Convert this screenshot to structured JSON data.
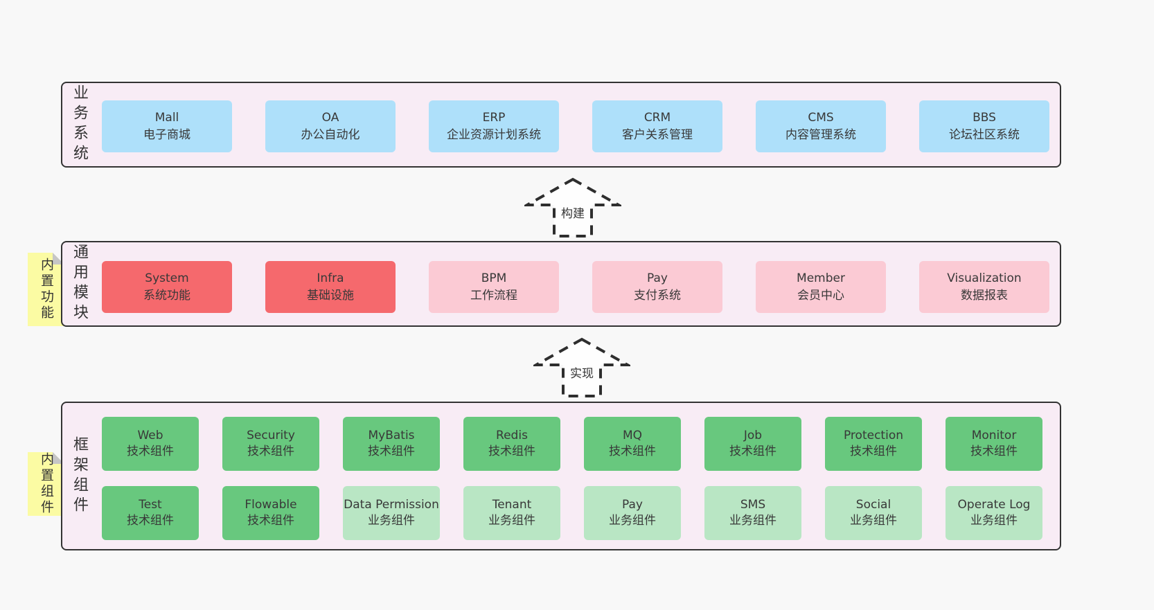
{
  "colors": {
    "page_bg": "#f8f8f8",
    "container_bg": "#f8ecf5",
    "container_border": "#333333",
    "blue": "#aee0fa",
    "red": "#f5696d",
    "pink": "#fbcad4",
    "green": "#68c87e",
    "light_green": "#b9e6c4",
    "sticky_yellow": "#fbfba3",
    "fold_gray": "#c6c6c6",
    "text": "#383838"
  },
  "arrows": {
    "build": "构建",
    "implement": "实现"
  },
  "business_layer": {
    "label": "业务系统",
    "boxes": [
      {
        "title": "Mall",
        "subtitle": "电子商城"
      },
      {
        "title": "OA",
        "subtitle": "办公自动化"
      },
      {
        "title": "ERP",
        "subtitle": "企业资源计划系统"
      },
      {
        "title": "CRM",
        "subtitle": "客户关系管理"
      },
      {
        "title": "CMS",
        "subtitle": "内容管理系统"
      },
      {
        "title": "BBS",
        "subtitle": "论坛社区系统"
      }
    ]
  },
  "module_layer": {
    "label": "通用模块",
    "tab": "内置功能",
    "boxes": [
      {
        "title": "System",
        "subtitle": "系统功能",
        "variant": "red"
      },
      {
        "title": "Infra",
        "subtitle": "基础设施",
        "variant": "red"
      },
      {
        "title": "BPM",
        "subtitle": "工作流程",
        "variant": "pink"
      },
      {
        "title": "Pay",
        "subtitle": "支付系统",
        "variant": "pink"
      },
      {
        "title": "Member",
        "subtitle": "会员中心",
        "variant": "pink"
      },
      {
        "title": "Visualization",
        "subtitle": "数据报表",
        "variant": "pink"
      }
    ]
  },
  "component_layer": {
    "label": "框架组件",
    "tab": "内置组件",
    "row1": [
      {
        "title": "Web",
        "subtitle": "技术组件",
        "variant": "green"
      },
      {
        "title": "Security",
        "subtitle": "技术组件",
        "variant": "green"
      },
      {
        "title": "MyBatis",
        "subtitle": "技术组件",
        "variant": "green"
      },
      {
        "title": "Redis",
        "subtitle": "技术组件",
        "variant": "green"
      },
      {
        "title": "MQ",
        "subtitle": "技术组件",
        "variant": "green"
      },
      {
        "title": "Job",
        "subtitle": "技术组件",
        "variant": "green"
      },
      {
        "title": "Protection",
        "subtitle": "技术组件",
        "variant": "green"
      },
      {
        "title": "Monitor",
        "subtitle": "技术组件",
        "variant": "green"
      }
    ],
    "row2": [
      {
        "title": "Test",
        "subtitle": "技术组件",
        "variant": "green"
      },
      {
        "title": "Flowable",
        "subtitle": "技术组件",
        "variant": "green"
      },
      {
        "title": "Data Permission",
        "subtitle": "业务组件",
        "variant": "lgreen"
      },
      {
        "title": "Tenant",
        "subtitle": "业务组件",
        "variant": "lgreen"
      },
      {
        "title": "Pay",
        "subtitle": "业务组件",
        "variant": "lgreen"
      },
      {
        "title": "SMS",
        "subtitle": "业务组件",
        "variant": "lgreen"
      },
      {
        "title": "Social",
        "subtitle": "业务组件",
        "variant": "lgreen"
      },
      {
        "title": "Operate Log",
        "subtitle": "业务组件",
        "variant": "lgreen"
      }
    ]
  }
}
